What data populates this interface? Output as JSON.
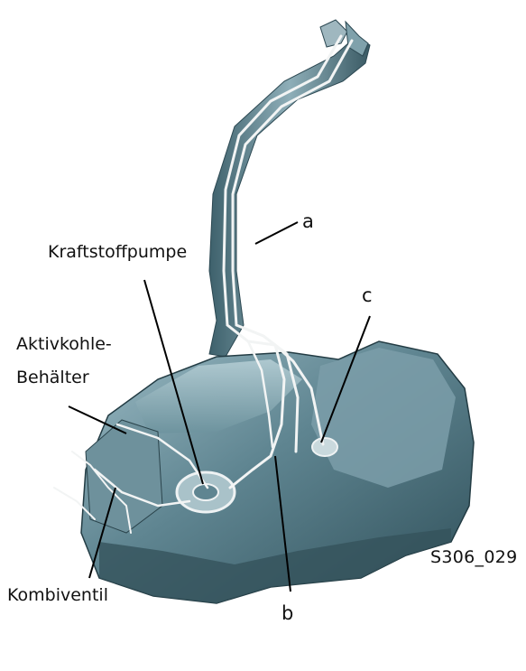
{
  "figure": {
    "labels": {
      "kraftstoffpumpe": "Kraftstoffpumpe",
      "aktivkohle_line1": "Aktivkohle-",
      "aktivkohle_line2": "Behälter",
      "kombiventil": "Kombiventil",
      "a": "a",
      "b": "b",
      "c": "c"
    },
    "figure_code": "S306_029",
    "colors": {
      "tank_body": "#5f8591",
      "tank_light": "#a9c4cc",
      "tank_dark": "#2e4d57",
      "pipe": "#f2f4f4",
      "leader_line": "#000000"
    }
  }
}
